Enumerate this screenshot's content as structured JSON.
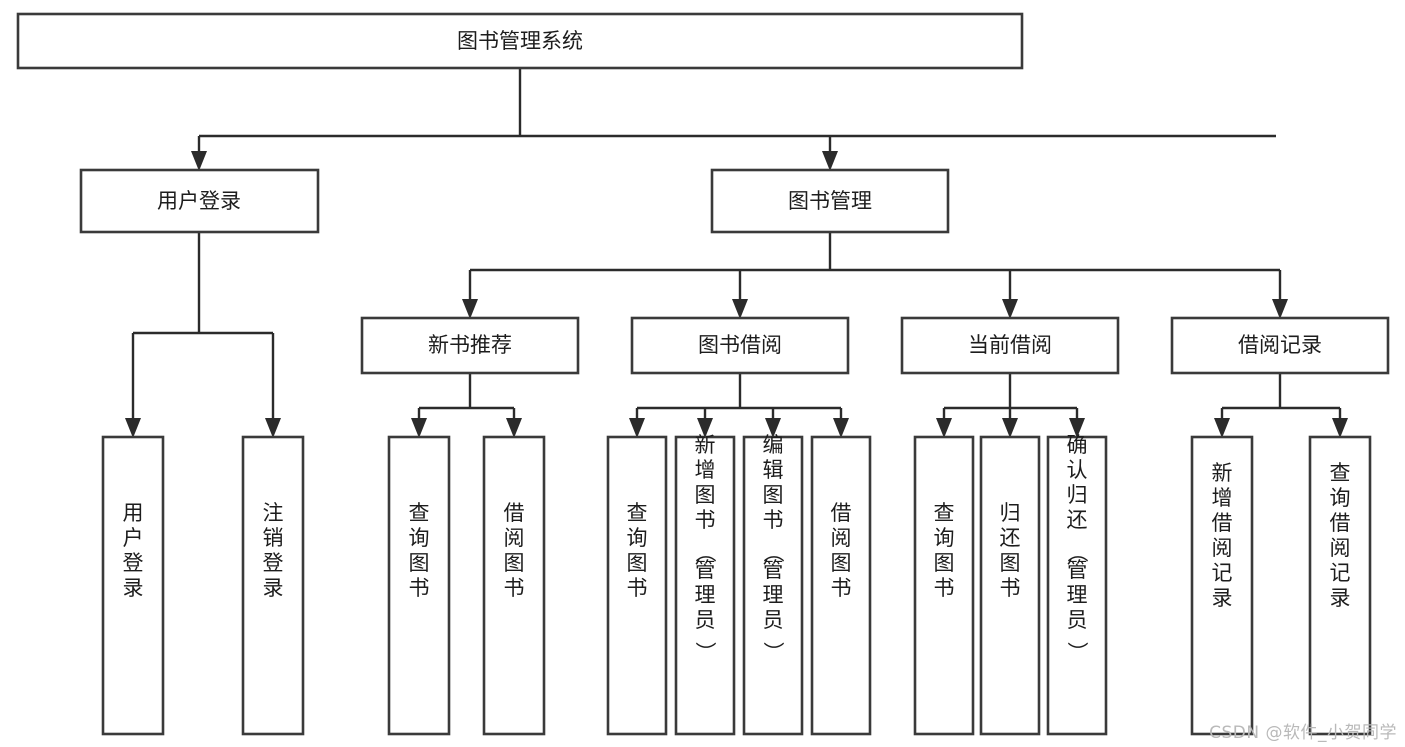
{
  "diagram": {
    "title": "图书管理系统",
    "type": "hierarchy-tree",
    "watermark": "CSDN @软件_小贺同学",
    "colors": {
      "background": "#ffffff",
      "box_stroke": "#3a3a3a",
      "box_fill": "#ffffff",
      "connector": "#2b2b2b",
      "text": "#1d1d1d",
      "watermark": "#b9b9b9"
    },
    "levels": {
      "root": {
        "label": "图书管理系统"
      },
      "level2": [
        {
          "label": "用户登录"
        },
        {
          "label": "图书管理"
        }
      ],
      "level3": [
        {
          "label": "新书推荐"
        },
        {
          "label": "图书借阅"
        },
        {
          "label": "当前借阅"
        },
        {
          "label": "借阅记录"
        }
      ],
      "leaves": {
        "user_login": [
          {
            "label": "用户登录"
          },
          {
            "label": "注销登录"
          }
        ],
        "new_book_recommend": [
          {
            "label": "查询图书"
          },
          {
            "label": "借阅图书"
          }
        ],
        "book_borrow": [
          {
            "label": "查询图书"
          },
          {
            "label": "新增图书（管理员）"
          },
          {
            "label": "编辑图书（管理员）"
          },
          {
            "label": "借阅图书"
          }
        ],
        "current_borrow": [
          {
            "label": "查询图书"
          },
          {
            "label": "归还图书"
          },
          {
            "label": "确认归还（管理员）"
          }
        ],
        "borrow_record": [
          {
            "label": "新增借阅记录"
          },
          {
            "label": "查询借阅记录"
          }
        ]
      }
    }
  }
}
